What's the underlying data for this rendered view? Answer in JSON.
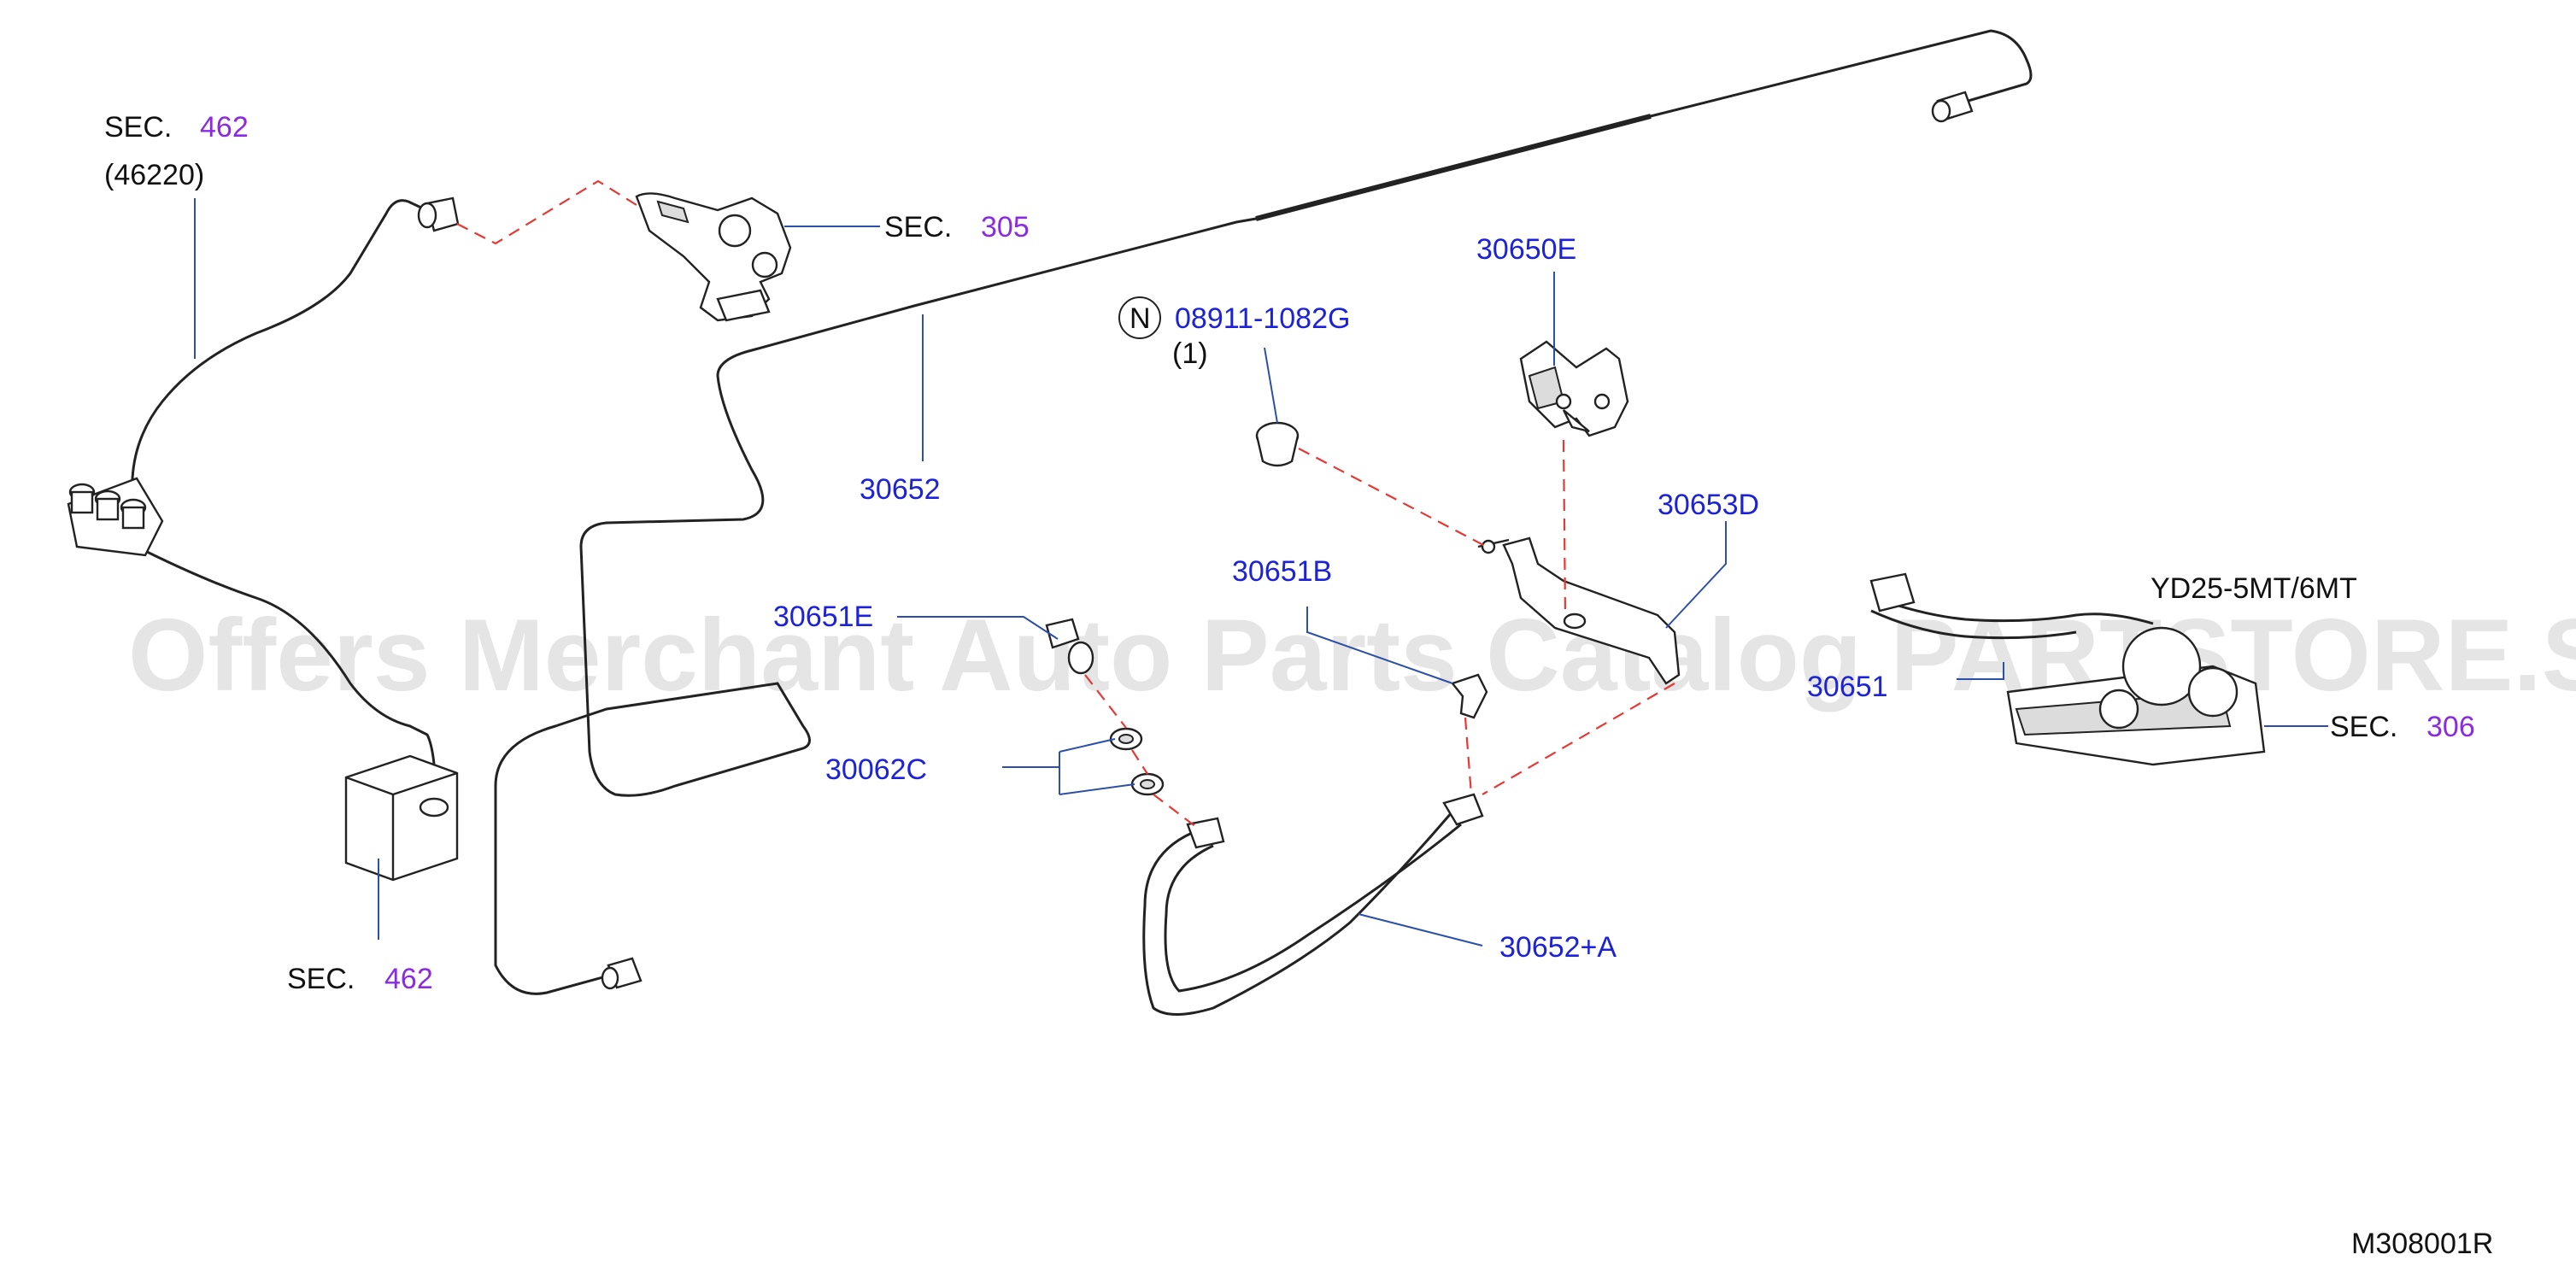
{
  "diagram": {
    "watermark": "Offers Merchant Auto Parts Catalog PARTSTORE.SA",
    "drawing_code": "M308001R",
    "variant_note": "YD25-5MT/6MT",
    "callouts": {
      "sec462_top": {
        "prefix": "SEC.",
        "ref": "462",
        "sub": "(46220)"
      },
      "sec305": {
        "prefix": "SEC.",
        "ref": "305"
      },
      "sec462_bottom": {
        "prefix": "SEC.",
        "ref": "462"
      },
      "sec306": {
        "prefix": "SEC.",
        "ref": "306"
      }
    },
    "parts": {
      "p30652": "30652",
      "p30650E": "30650E",
      "p08911": "08911-1082G",
      "p08911_qty": "(1)",
      "p08911_badge": "N",
      "p30653D": "30653D",
      "p30651B": "30651B",
      "p30651E": "30651E",
      "p30062C": "30062C",
      "p30652A": "30652+A",
      "p30651": "30651"
    }
  }
}
